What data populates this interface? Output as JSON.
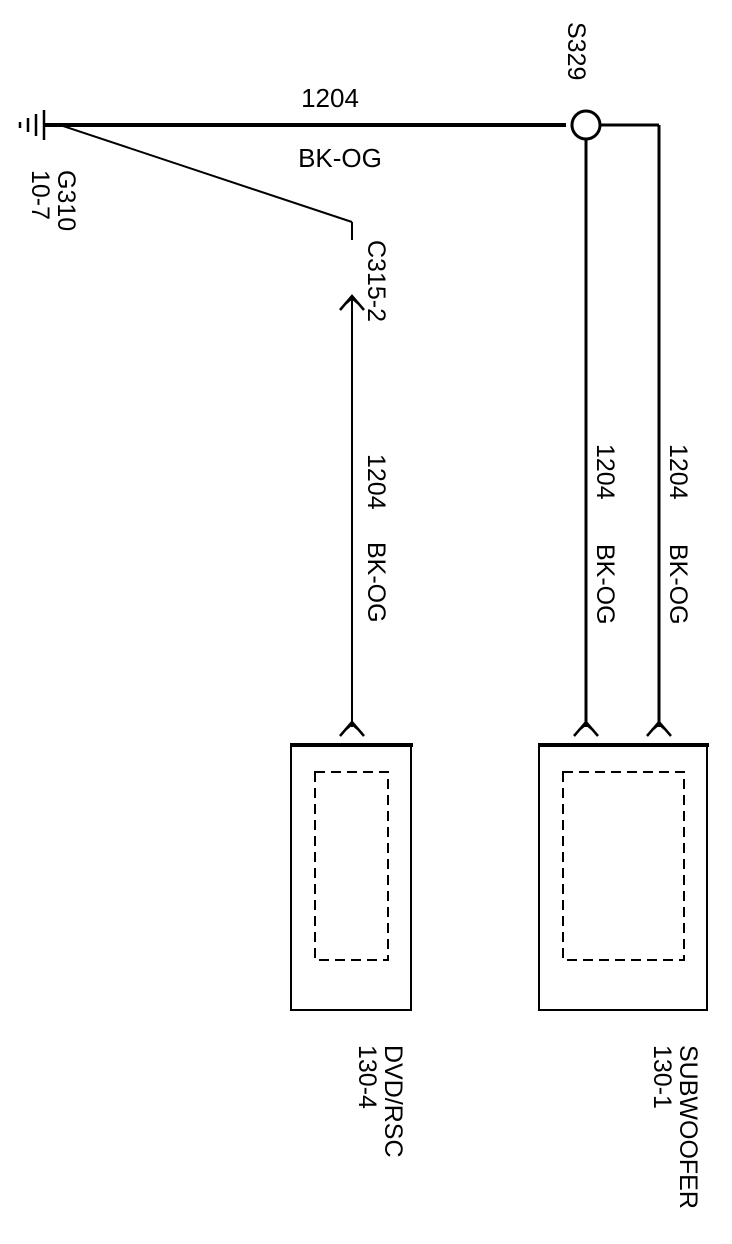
{
  "ground": {
    "id": "G310",
    "ref": "10-7"
  },
  "splice": {
    "id": "S329"
  },
  "connector": {
    "id": "C315-2"
  },
  "wires": {
    "main": {
      "circuit": "1204",
      "color": "BK-OG"
    },
    "dvd": {
      "circuit": "1204",
      "color": "BK-OG"
    },
    "sub_a": {
      "circuit": "1204",
      "color": "BK-OG"
    },
    "sub_b": {
      "circuit": "1204",
      "color": "BK-OG"
    }
  },
  "components": {
    "dvd": {
      "name": "DVD/RSC",
      "ref": "130-4"
    },
    "subwoofer": {
      "name": "SUBWOOFER",
      "ref": "130-1"
    }
  }
}
